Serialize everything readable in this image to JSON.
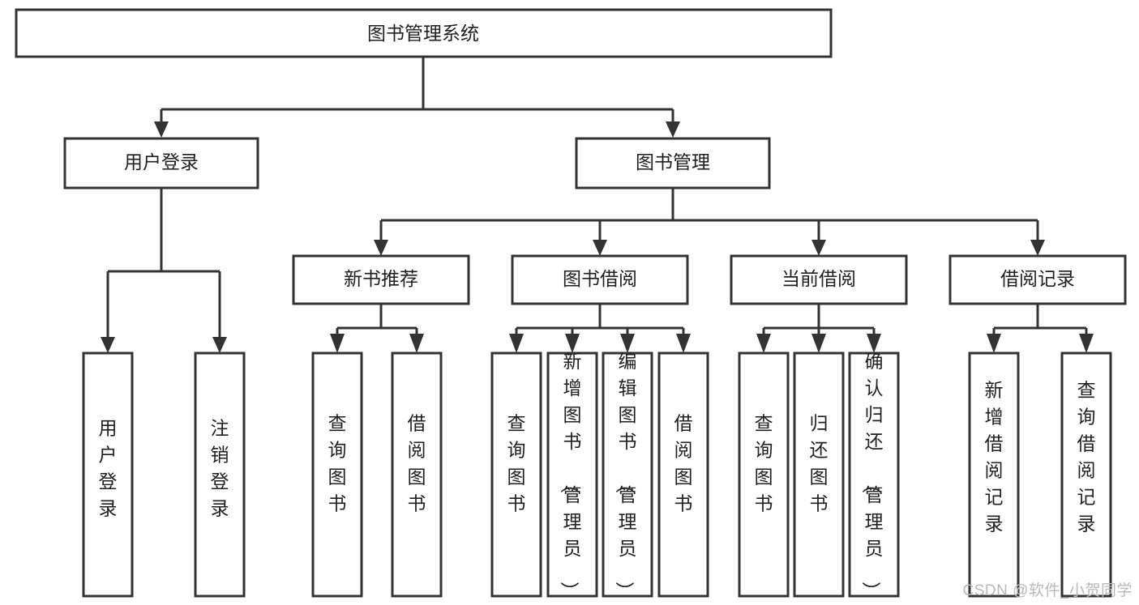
{
  "diagram": {
    "title": "图书管理系统",
    "type": "hierarchy-tree",
    "watermark": "CSDN @软件_小贺同学",
    "colors": {
      "stroke": "#333333",
      "fill": "#ffffff",
      "text": "#1f1f1f",
      "watermark": "#b9b9b9"
    },
    "levels": {
      "root": {
        "label": "图书管理系统"
      },
      "level2": [
        {
          "id": "user-login",
          "label": "用户登录"
        },
        {
          "id": "book-manage",
          "label": "图书管理"
        }
      ],
      "level3": [
        {
          "id": "new-book-recommend",
          "label": "新书推荐"
        },
        {
          "id": "book-borrow",
          "label": "图书借阅"
        },
        {
          "id": "current-borrow",
          "label": "当前借阅"
        },
        {
          "id": "borrow-record",
          "label": "借阅记录"
        }
      ],
      "leaves": {
        "user-login": [
          {
            "id": "leaf-user-login",
            "label": "用户登录"
          },
          {
            "id": "leaf-logout-login",
            "label": "注销登录"
          }
        ],
        "new-book-recommend": [
          {
            "id": "leaf-query-book-1",
            "label": "查询图书"
          },
          {
            "id": "leaf-borrow-book-1",
            "label": "借阅图书"
          }
        ],
        "book-borrow": [
          {
            "id": "leaf-query-book-2",
            "label": "查询图书"
          },
          {
            "id": "leaf-add-book",
            "label": "新增图书（管理员）"
          },
          {
            "id": "leaf-edit-book",
            "label": "编辑图书（管理员）"
          },
          {
            "id": "leaf-borrow-book-2",
            "label": "借阅图书"
          }
        ],
        "current-borrow": [
          {
            "id": "leaf-query-book-3",
            "label": "查询图书"
          },
          {
            "id": "leaf-return-book",
            "label": "归还图书"
          },
          {
            "id": "leaf-confirm-return",
            "label": "确认归还（管理员）"
          }
        ],
        "borrow-record": [
          {
            "id": "leaf-add-record",
            "label": "新增借阅记录"
          },
          {
            "id": "leaf-query-record",
            "label": "查询借阅记录"
          }
        ]
      }
    }
  }
}
